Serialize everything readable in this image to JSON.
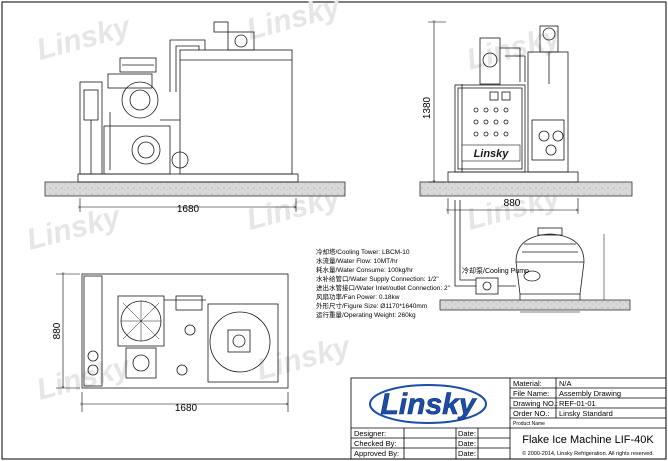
{
  "dimensions": {
    "front_width": "1680",
    "side_height": "1380",
    "side_width": "880",
    "top_width": "1680",
    "top_depth": "880"
  },
  "watermark_text": "Linsky",
  "front_logo_text": "Linsky",
  "specs": [
    "冷却塔/Cooling Tower:  LBCM-10",
    "水流量/Water Flow:  10MT/hr",
    "耗水量/Water Consume:  100kg/hr",
    "水补给管口/Water Supply Connection:  1/2\"",
    "进出水管接口/Water Inlet/outlet Connection:  2\"",
    "风扇功率/Fan Power:  0.18kw",
    "外形尺寸/Figure Size:  Ø1170*1640mm",
    "运行重量/Operating Weight:  260kg"
  ],
  "pump_label": "冷却泵/Cooling Pump",
  "info_block": {
    "rows": [
      {
        "label": "Material:",
        "value": "N/A"
      },
      {
        "label": "File Name:",
        "value": "Assembly Drawing"
      },
      {
        "label": "Drawing NO.:",
        "value": "REF-01-01"
      },
      {
        "label": "Order NO.:",
        "value": "Linsky Standard"
      }
    ],
    "product_name_label": "Product Name",
    "product_name": "Flake Ice Machine LIF-40K",
    "copyright": "© 2000-2014, Linsky Refrigeration. All rights reserved."
  },
  "signatures": [
    {
      "label": "Designer:",
      "date_label": "Date:"
    },
    {
      "label": "Checked By:",
      "date_label": "Date:"
    },
    {
      "label": "Approved By:",
      "date_label": "Date:"
    }
  ],
  "logo_text": "Linsky",
  "colors": {
    "line": "#1a1a1a",
    "logo_blue": "#1c4ea8",
    "logo_dark": "#0e2f74",
    "watermark": "#e6e6e6",
    "ground": "#d4d4d4"
  }
}
